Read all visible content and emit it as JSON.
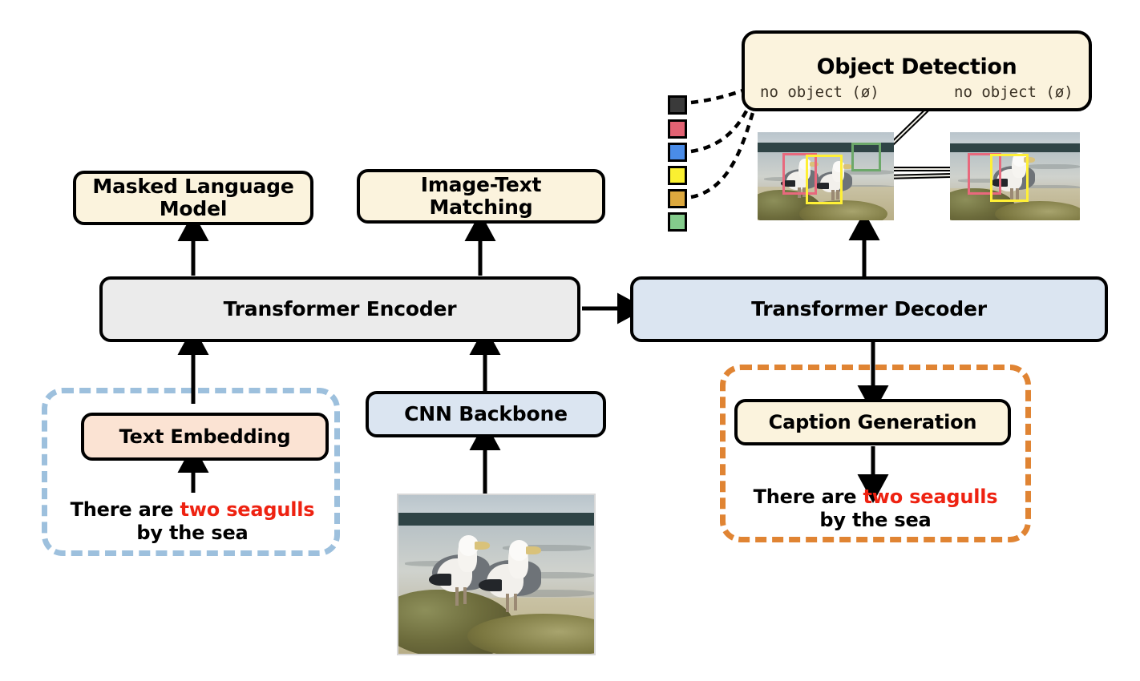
{
  "figure": {
    "title_boxes": {
      "masked_language_model": "Masked Language\nModel",
      "image_text_matching": "Image-Text\nMatching",
      "transformer_encoder": "Transformer Encoder",
      "transformer_decoder": "Transformer Decoder",
      "text_embedding": "Text Embedding",
      "cnn_backbone": "CNN Backbone",
      "caption_generation": "Caption Generation",
      "object_detection": "Object Detection"
    },
    "input_caption": {
      "prefix": "There are ",
      "highlight": "two seagulls",
      "suffix": "by the sea"
    },
    "output_caption": {
      "prefix": "There are ",
      "highlight": "two seagulls",
      "suffix": "by the sea"
    },
    "detection_slots": {
      "left": "no object (ø)",
      "right": "no object (ø)"
    },
    "query_swatches": [
      {
        "name": "query-black",
        "color": "#3a3a3a"
      },
      {
        "name": "query-pink",
        "color": "#e26273"
      },
      {
        "name": "query-blue",
        "color": "#4a8ce8"
      },
      {
        "name": "query-yellow",
        "color": "#faf031"
      },
      {
        "name": "query-orange",
        "color": "#dca83e"
      },
      {
        "name": "query-green",
        "color": "#84cc8c"
      }
    ],
    "palette": {
      "cream": "#fbf3dd",
      "gray": "#ebebeb",
      "bluegray": "#dbe5f1",
      "peach": "#fbe3d3",
      "highlight_red": "#ee2211",
      "dashed_blue": "#9dc0dd",
      "dashed_orange": "#e08433",
      "bbox_pink": "#e8697d",
      "bbox_yellow": "#fff036",
      "bbox_green": "#6ca86a",
      "outline_black": "#000000"
    },
    "detection_boxes": {
      "left_image": [
        {
          "name": "bbox-pink-left-gull",
          "color": "#e8697d"
        },
        {
          "name": "bbox-yellow-right-gull",
          "color": "#fff036"
        },
        {
          "name": "bbox-green-empty",
          "color": "#6ca86a"
        }
      ],
      "right_image": [
        {
          "name": "bbox-pink-left-gull",
          "color": "#e8697d"
        },
        {
          "name": "bbox-yellow-center-gull",
          "color": "#fff036"
        }
      ]
    },
    "photos": {
      "input_photo_alt": "two seagulls standing on rocks by the sea",
      "detection_photo_left_alt": "two seagulls with detection boxes",
      "detection_photo_right_alt": "cropped seagull with detection boxes"
    }
  }
}
